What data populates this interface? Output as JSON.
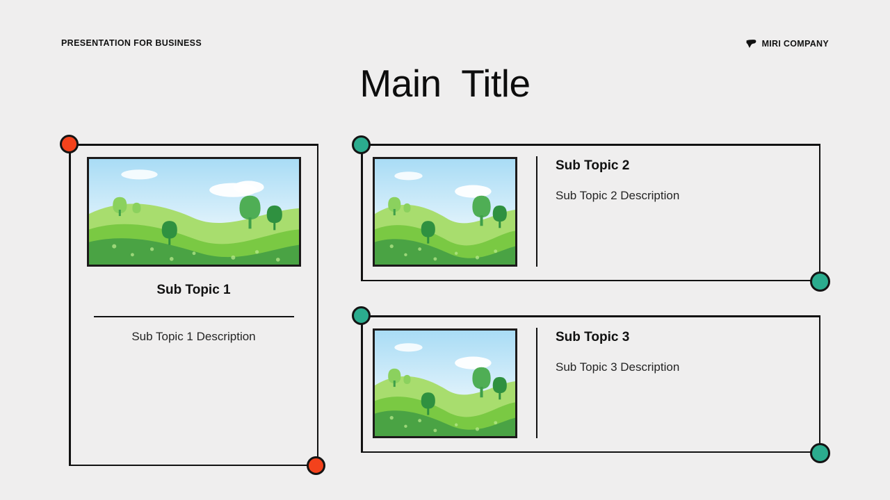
{
  "header": {
    "kicker": "PRESENTATION FOR BUSINESS",
    "brand_name": "MIRI COMPANY",
    "brand_icon": "miri-logo-mark"
  },
  "title": {
    "text": "Main  Title"
  },
  "cards": [
    {
      "id": "card1",
      "accent_color": "#f3421c",
      "title": "Sub Topic 1",
      "description": "Sub Topic 1 Description",
      "image": "landscape-hills-trees-illustration",
      "layout": "vertical"
    },
    {
      "id": "card2",
      "accent_color": "#2bac8e",
      "title": "Sub Topic 2",
      "description": "Sub Topic 2 Description",
      "image": "landscape-hills-trees-illustration",
      "layout": "horizontal"
    },
    {
      "id": "card3",
      "accent_color": "#2bac8e",
      "title": "Sub Topic 3",
      "description": "Sub Topic 3 Description",
      "image": "landscape-hills-trees-illustration",
      "layout": "horizontal"
    }
  ],
  "colors": {
    "background": "#efeeee",
    "line": "#111111",
    "accent_red": "#f3421c",
    "accent_teal": "#2bac8e",
    "text": "#111111",
    "sky_top": "#a9dcf5",
    "sky_bottom": "#ffffff",
    "hill_light": "#a8dd6e",
    "hill_mid": "#7ac943",
    "hill_dark": "#4aa344",
    "tree_light": "#8bd15e",
    "tree_dark": "#3f9f4a"
  }
}
